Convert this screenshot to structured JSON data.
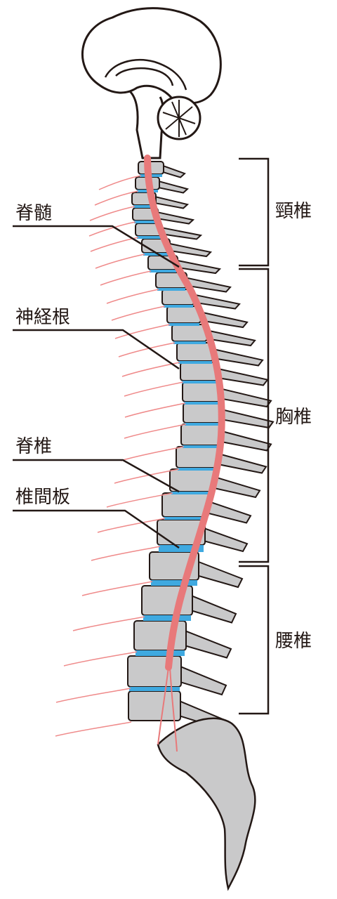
{
  "labels": {
    "spinal_cord": "脊髄",
    "nerve_root": "神経根",
    "vertebra": "脊椎",
    "intervertebral_disc": "椎間板"
  },
  "regions": {
    "cervical": "頸椎",
    "thoracic": "胸椎",
    "lumbar": "腰椎"
  },
  "colors": {
    "bone_fill": "#c9c9ca",
    "outline": "#231815",
    "spinal_cord": "#e8797a",
    "disc": "#3fa9e0",
    "nerve": "#ef8a8a",
    "text": "#231815"
  }
}
